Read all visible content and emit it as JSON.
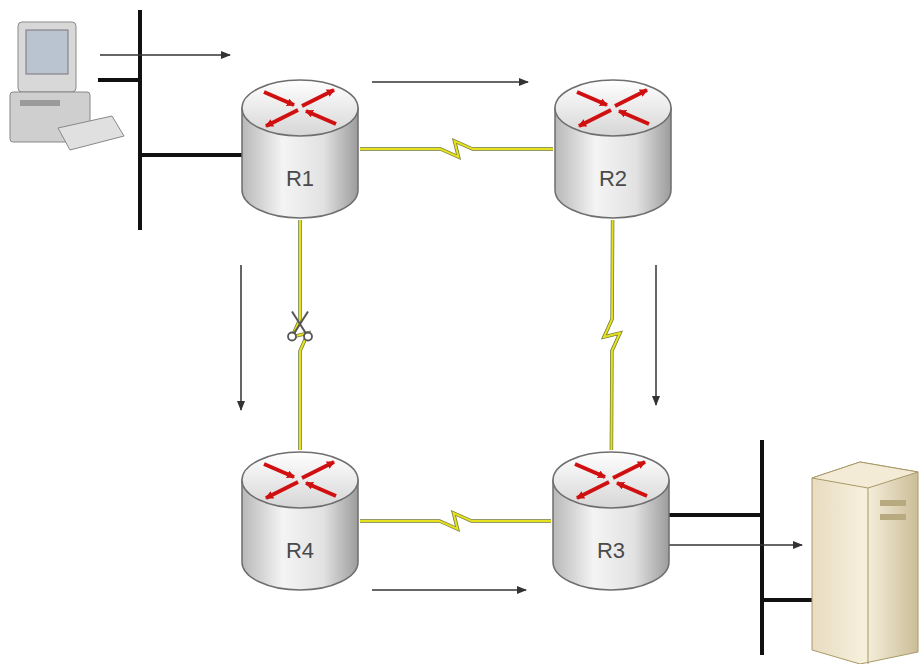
{
  "diagram": {
    "nodes": [
      {
        "text": [
          "R1"
        ]
      },
      {
        "text": [
          "R2"
        ]
      },
      {
        "text": [
          "R4"
        ]
      },
      {
        "text": [
          "R3"
        ]
      }
    ],
    "edges": [
      {
        "from": 0,
        "to": 1,
        "arrow": "none"
      },
      {
        "from": 1,
        "to": 3,
        "arrow": "none"
      },
      {
        "from": 0,
        "to": 2,
        "arrow": "none"
      },
      {
        "from": 2,
        "to": 3,
        "arrow": "none"
      }
    ]
  }
}
